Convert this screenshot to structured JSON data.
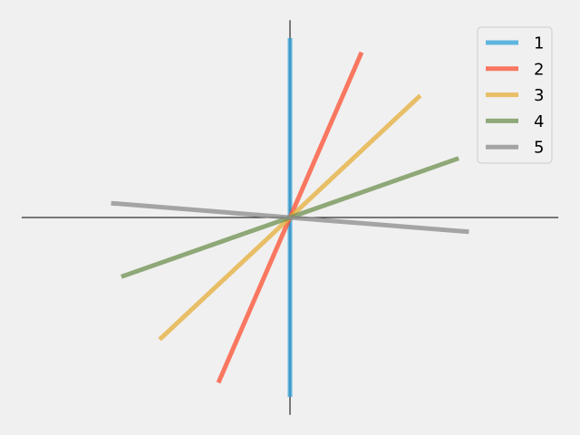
{
  "chart_data": {
    "type": "line",
    "title": "",
    "xlabel": "",
    "ylabel": "",
    "xlim": [
      -1.05,
      1.05
    ],
    "ylim": [
      -1.1,
      1.1
    ],
    "grid": false,
    "legend_position": "top-right",
    "axes": "crosshair-through-origin",
    "series": [
      {
        "name": "1",
        "color": "#30a2da",
        "x": [
          0.0,
          0.0
        ],
        "y": [
          -1.0,
          1.0
        ]
      },
      {
        "name": "2",
        "color": "#fc4f30",
        "x": [
          -0.28,
          0.28
        ],
        "y": [
          -0.92,
          0.92
        ]
      },
      {
        "name": "3",
        "color": "#e5ae38",
        "x": [
          -0.51,
          0.51
        ],
        "y": [
          -0.68,
          0.68
        ]
      },
      {
        "name": "4",
        "color": "#6d904f",
        "x": [
          -0.66,
          0.66
        ],
        "y": [
          -0.33,
          0.33
        ]
      },
      {
        "name": "5",
        "color": "#8b8b8b",
        "x": [
          -0.7,
          0.7
        ],
        "y": [
          0.08,
          -0.08
        ]
      }
    ]
  }
}
